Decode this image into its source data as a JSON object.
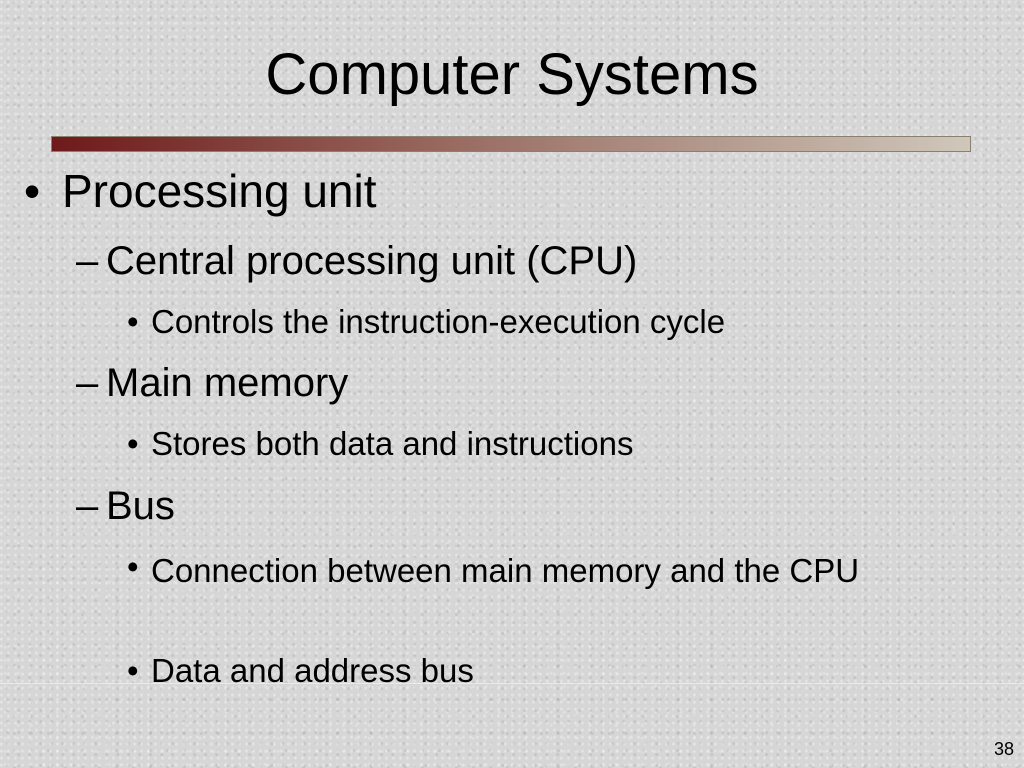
{
  "slide": {
    "title": "Computer Systems",
    "page_number": "38",
    "bullets": {
      "b1": "Processing unit",
      "b1_1": "Central processing unit (CPU)",
      "b1_1_1": "Controls the instruction-execution cycle",
      "b1_2": "Main memory",
      "b1_2_1": "Stores both data and instructions",
      "b1_3": "Bus",
      "b1_3_1": "Connection between main memory and the CPU",
      "b1_3_2": "Data and address bus"
    },
    "markers": {
      "level1": "•",
      "level2": "–",
      "level3": "•"
    }
  }
}
